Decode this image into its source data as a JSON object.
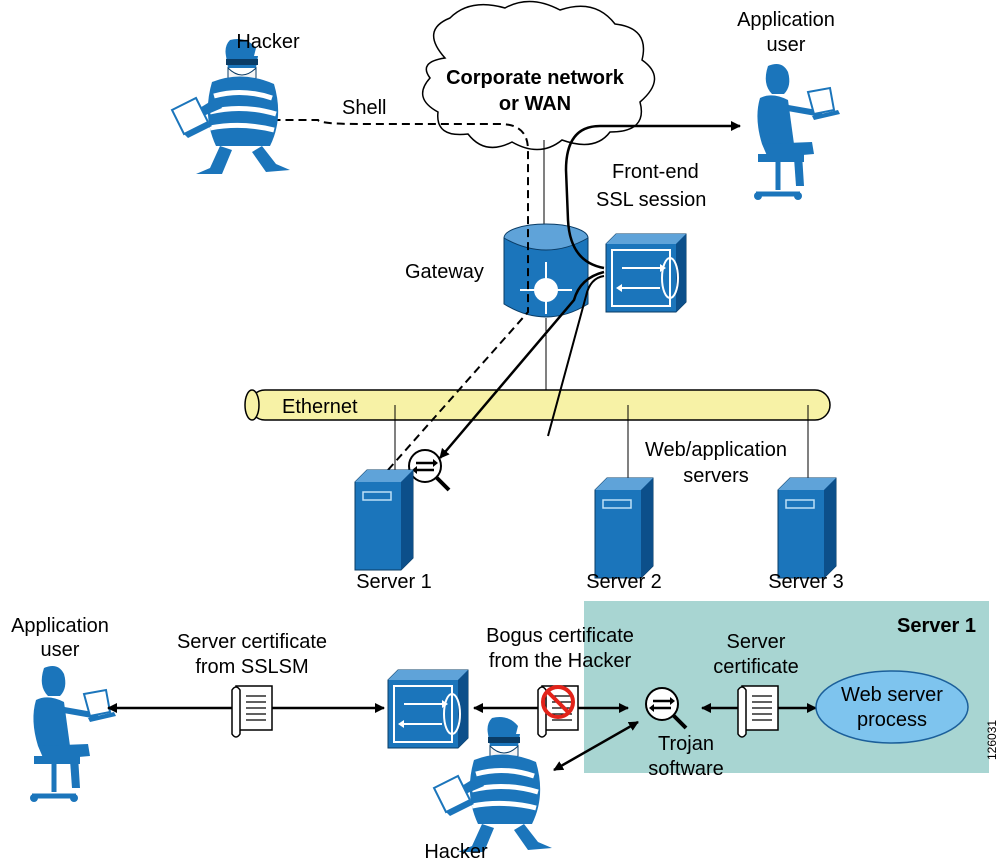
{
  "labels": {
    "hacker_top": "Hacker",
    "shell": "Shell",
    "cloud_line1": "Corporate network",
    "cloud_line2": "or WAN",
    "app_user_top_line1": "Application",
    "app_user_top_line2": "user",
    "frontend_line1": "Front-end",
    "frontend_line2": "SSL session",
    "gateway": "Gateway",
    "ethernet": "Ethernet",
    "web_servers_line1": "Web/application",
    "web_servers_line2": "servers",
    "server1": "Server 1",
    "server2": "Server 2",
    "server3": "Server 3",
    "app_user_bottom_line1": "Application",
    "app_user_bottom_line2": "user",
    "server_cert_sslsm_line1": "Server certificate",
    "server_cert_sslsm_line2": "from SSLSM",
    "bogus_line1": "Bogus certificate",
    "bogus_line2": "from the Hacker",
    "server1_box": "Server 1",
    "server_cert_line1": "Server",
    "server_cert_line2": "certificate",
    "web_proc_line1": "Web server",
    "web_proc_line2": "process",
    "trojan_line1": "Trojan",
    "trojan_line2": "software",
    "hacker_bottom": "Hacker",
    "figure_id": "126031"
  },
  "colors": {
    "device_blue": "#1b75bb",
    "device_dark": "#0c4f8a",
    "ethernet_fill": "#f7f2a6",
    "server_zone": "#a8d5d2",
    "web_process": "#7ec4ee"
  },
  "icons": [
    "hacker-icon",
    "user-icon",
    "cloud-icon",
    "router-icon",
    "ssl-module-icon",
    "server-icon",
    "magnifier-icon",
    "certificate-icon",
    "no-entry-icon"
  ]
}
